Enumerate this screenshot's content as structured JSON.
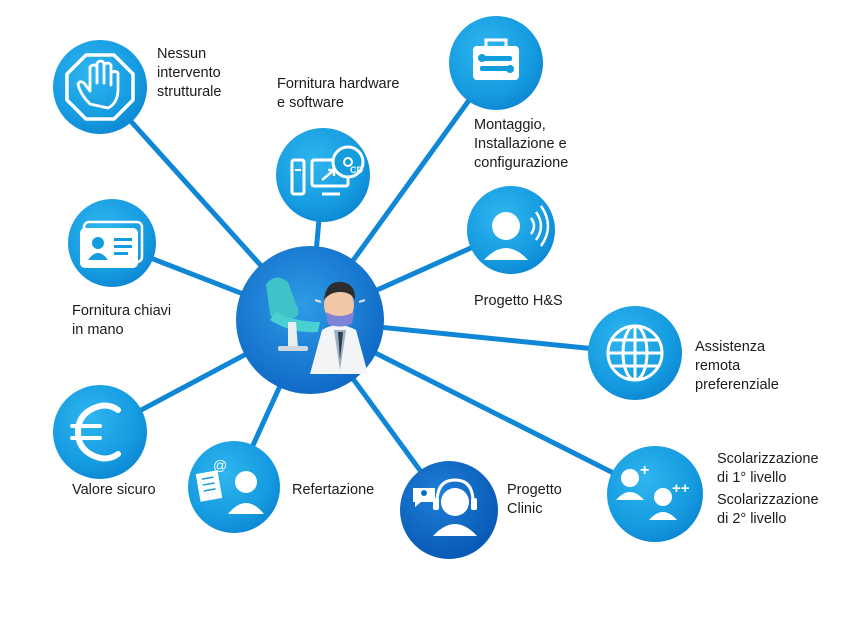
{
  "diagram": {
    "colors": {
      "node": "#1aa3e0",
      "node_dark": "#0a6fc7",
      "line": "#0f86d6",
      "center": "#1576d0",
      "icon": "#ffffff"
    },
    "center": {
      "icon": "dentist-chair-doctor-icon"
    },
    "nodes": [
      {
        "id": "nessun-intervento",
        "icon": "stop-hand-icon",
        "label": [
          "Nessun",
          "intervento",
          "strutturale"
        ]
      },
      {
        "id": "fornitura-hw-sw",
        "icon": "computer-cd-icon",
        "label": [
          "Fornitura hardware",
          "e software"
        ]
      },
      {
        "id": "montaggio",
        "icon": "toolbox-icon",
        "label": [
          "Montaggio,",
          "Installazione e",
          "configurazione"
        ]
      },
      {
        "id": "fornitura-chiavi",
        "icon": "id-cards-icon",
        "label": [
          "Fornitura chiavi",
          "in mano"
        ]
      },
      {
        "id": "progetto-hs",
        "icon": "person-sound-icon",
        "label": [
          "Progetto H&S"
        ]
      },
      {
        "id": "assistenza",
        "icon": "globe-icon",
        "label": [
          "Assistenza",
          "remota",
          "preferenziale"
        ]
      },
      {
        "id": "valore-sicuro",
        "icon": "euro-icon",
        "label": [
          "Valore sicuro"
        ]
      },
      {
        "id": "refertazione",
        "icon": "email-document-person-icon",
        "label": [
          "Refertazione"
        ]
      },
      {
        "id": "progetto-clinic",
        "icon": "headset-operator-icon",
        "label": [
          "Progetto",
          "Clinic"
        ]
      },
      {
        "id": "scolarizzazione",
        "icon": "users-plus-icon",
        "label": [
          "Scolarizzazione",
          "di 1° livello",
          "Scolarizzazione",
          "di 2° livello"
        ]
      }
    ]
  }
}
